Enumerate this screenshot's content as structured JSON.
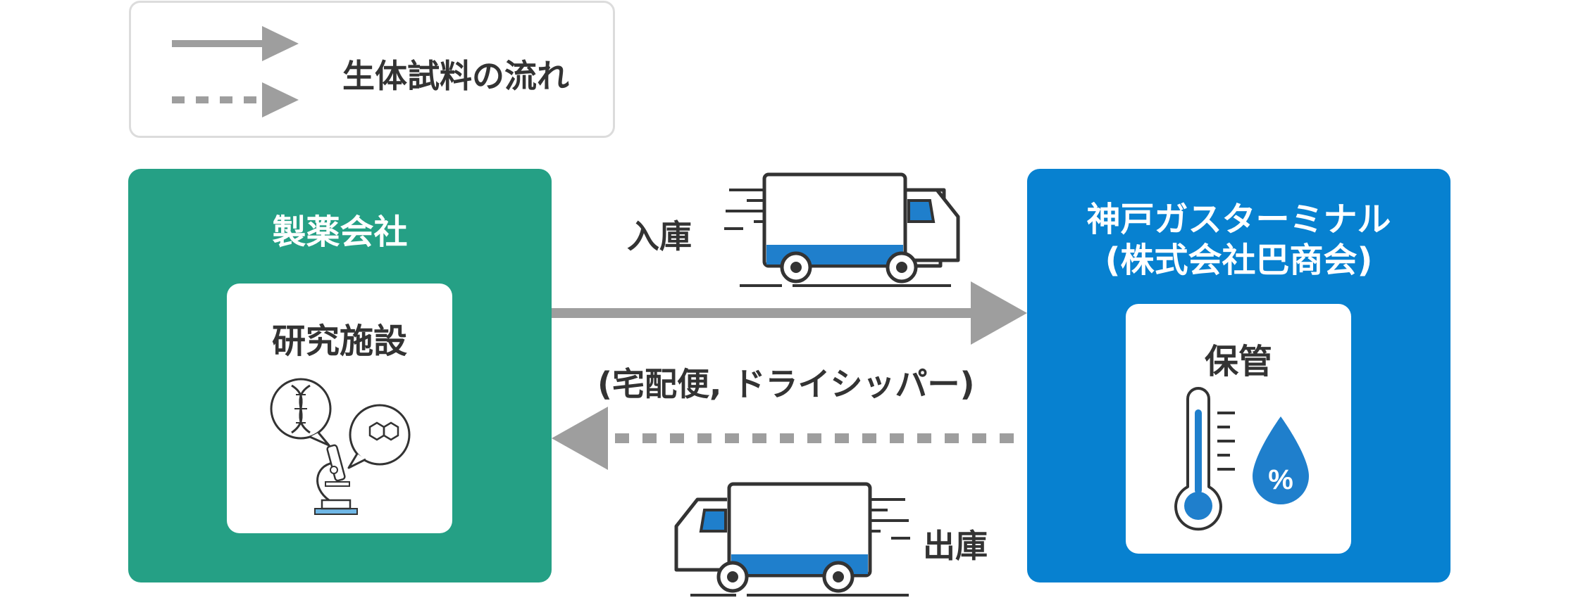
{
  "legend": {
    "label": "生体試料の流れ"
  },
  "pharma_company": {
    "title": "製薬会社",
    "facility": "研究施設"
  },
  "kobe_terminal": {
    "title_line1": "神戸ガスターミナル",
    "title_line2": "(株式会社巴商会)",
    "storage": "保管",
    "humidity_symbol": "%"
  },
  "flows": {
    "inbound_label": "入庫",
    "carrier_label": "(宅配便, ドライシッパー)",
    "outbound_label": "出庫"
  },
  "colors": {
    "pharma_green": "#25a085",
    "kobe_blue": "#0781d0",
    "arrow_gray": "#9e9e9e",
    "truck_blue": "#1f7fcc"
  }
}
